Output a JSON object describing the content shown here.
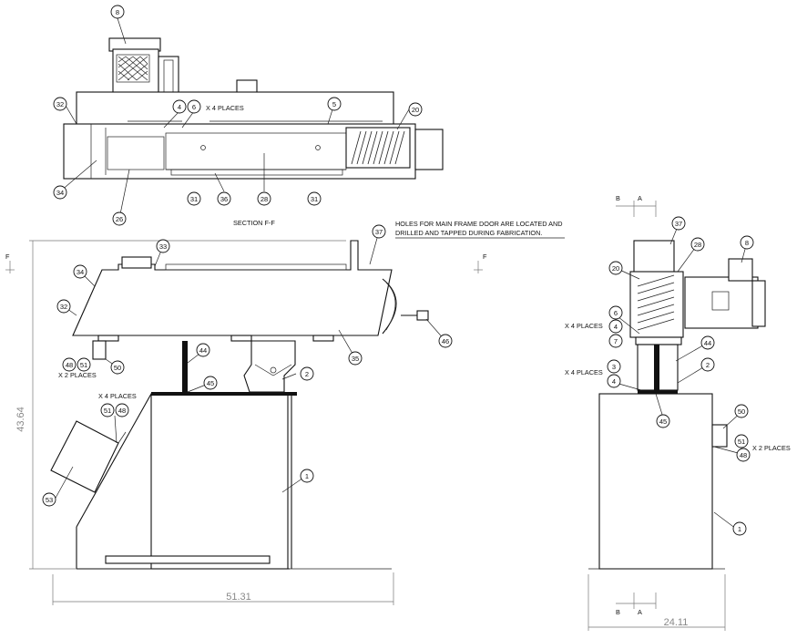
{
  "notes": {
    "x4_places": "X 4 PLACES",
    "x2_places": "X 2 PLACES",
    "section": "SECTION F-F",
    "hole_note_1": "HOLES FOR MAIN FRAME DOOR ARE LOCATED AND",
    "hole_note_2": "DRILLED AND TAPPED DURING FABRICATION."
  },
  "section_markers": {
    "f": "F",
    "b": "B",
    "a": "A"
  },
  "dimensions": {
    "height": "43.64",
    "width": "51.31",
    "side_width": "24.11"
  },
  "balloons": {
    "b8": "8",
    "b32": "32",
    "b4": "4",
    "b6": "6",
    "b5": "5",
    "b20": "20",
    "b34": "34",
    "b26": "26",
    "b31": "31",
    "b36": "36",
    "b28": "28",
    "b33": "33",
    "b37": "37",
    "b35": "35",
    "b46": "46",
    "b44": "44",
    "b48": "48",
    "b51": "51",
    "b50": "50",
    "b45": "45",
    "b2": "2",
    "b53": "53",
    "b1": "1",
    "b7": "7",
    "b3": "3"
  }
}
